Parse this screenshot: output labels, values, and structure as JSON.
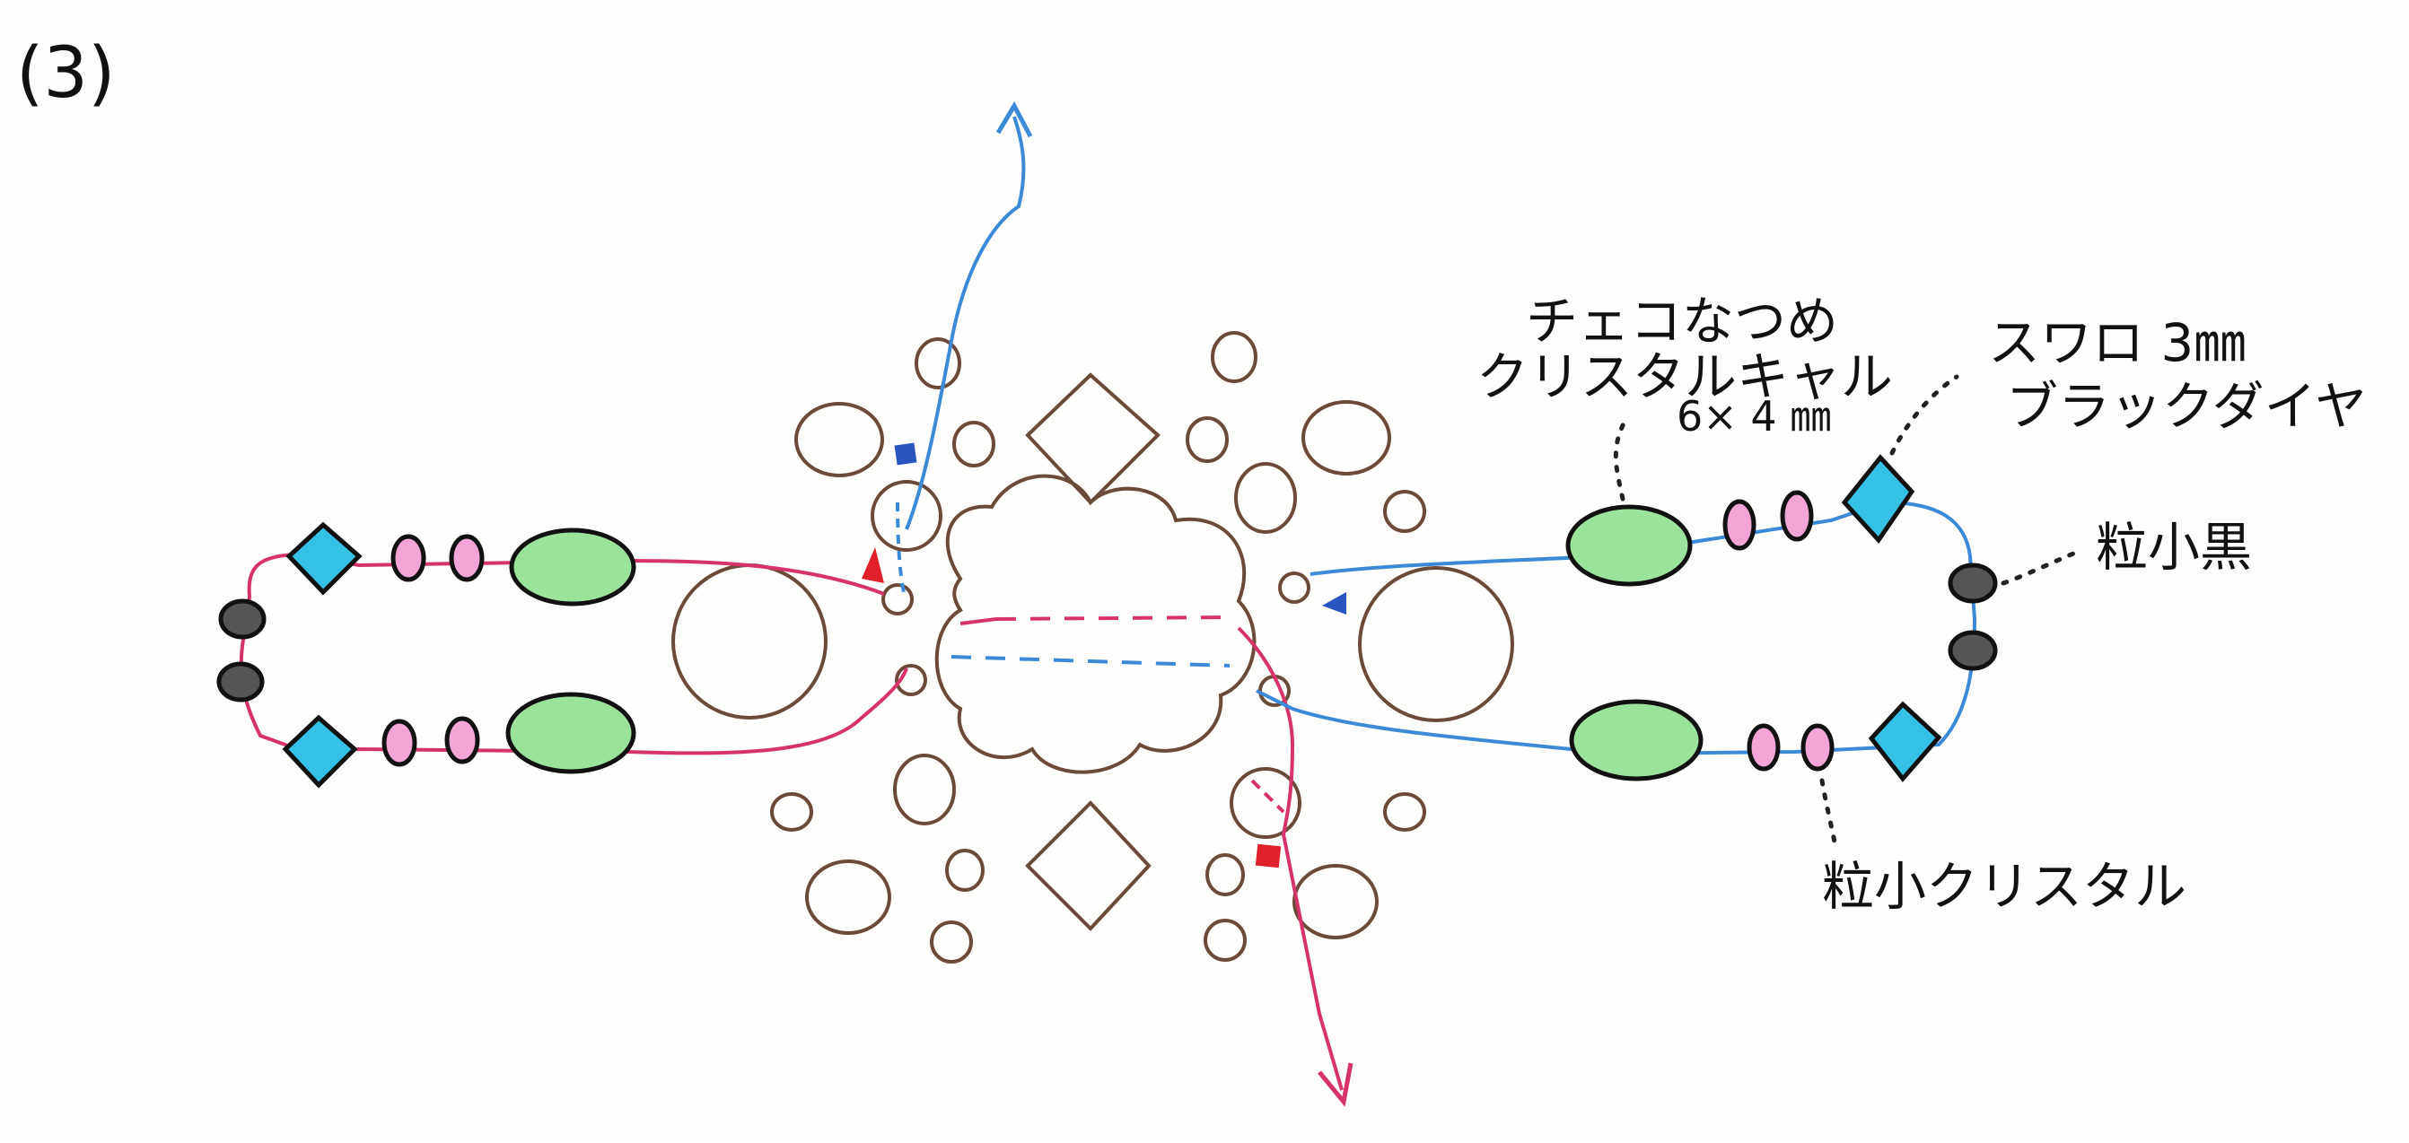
{
  "step_label": "(3)",
  "labels": {
    "czech_nut_line1": "チェコなつめ",
    "czech_nut_line2": "クリスタルキャル",
    "czech_nut_size": "6× 4 ㎜",
    "swarovski_line1": "スワロ 3㎜",
    "swarovski_line2": "ブラックダイヤ",
    "small_black": "粒小黒",
    "small_crystal": "粒小クリスタル"
  },
  "colors": {
    "pink_thread": "#d6336c",
    "blue_thread": "#3a8ad8",
    "outline": "#6b4a3a",
    "green_bead": "#9be39b",
    "cyan_bead": "#35c0e6",
    "pink_bead": "#f3a6d6",
    "black_bead": "#555555",
    "red_marker": "#e0202a",
    "blue_marker": "#2a55c0"
  },
  "icons": {
    "blue_arrow": "arrow-up-icon",
    "pink_arrow": "arrow-down-icon"
  }
}
